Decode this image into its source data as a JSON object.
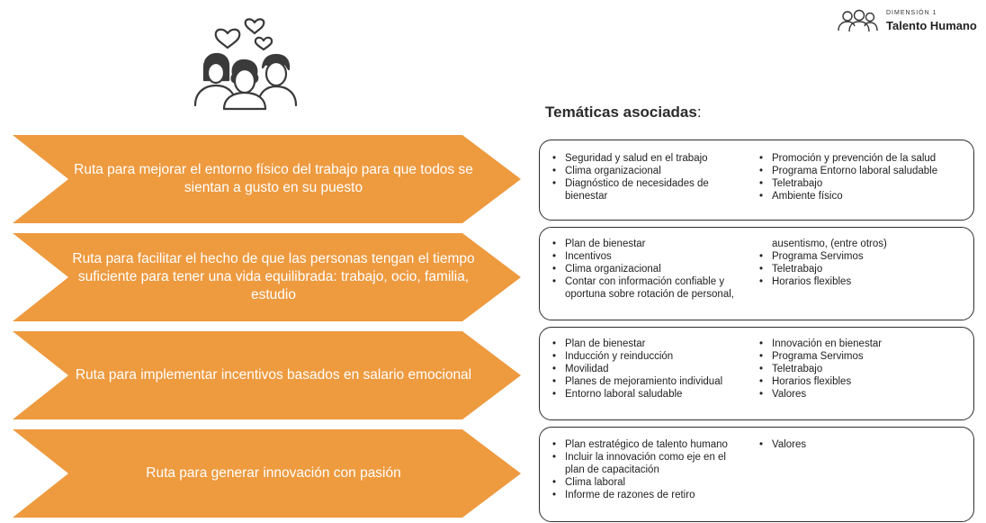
{
  "logo": {
    "subtitle": "DIMENSIÓN 1",
    "title": "Talento Humano"
  },
  "section_heading": {
    "text": "Temáticas asociadas",
    "suffix": ":"
  },
  "icons": {
    "hero": "people-hearts-icon",
    "logo": "people-logo-icon"
  },
  "colors": {
    "arrow": "#ee9a3f",
    "border": "#2e2e2e"
  },
  "routes": [
    {
      "label": "Ruta para mejorar  el entorno físico del trabajo para que todos se sientan a gusto en su puesto",
      "col1": [
        {
          "text": "Seguridad y salud en el trabajo",
          "bullet": true
        },
        {
          "text": "Clima organizacional",
          "bullet": true
        },
        {
          "text": "Diagnóstico de necesidades de bienestar",
          "bullet": true
        }
      ],
      "col2": [
        {
          "text": "Promoción y prevención de la salud",
          "bullet": true
        },
        {
          "text": "Programa Entorno laboral saludable",
          "bullet": true
        },
        {
          "text": "Teletrabajo",
          "bullet": true
        },
        {
          "text": "Ambiente físico",
          "bullet": true
        }
      ]
    },
    {
      "label": "Ruta para facilitar el hecho de que las personas tengan el tiempo suficiente para tener una vida equilibrada: trabajo, ocio, familia, estudio",
      "col1": [
        {
          "text": "Plan de bienestar",
          "bullet": true
        },
        {
          "text": "Incentivos",
          "bullet": true
        },
        {
          "text": "Clima organizacional",
          "bullet": true
        },
        {
          "text": "Contar con información confiable y oportuna sobre rotación de personal,",
          "bullet": true
        }
      ],
      "col2": [
        {
          "text": "ausentismo, (entre otros)",
          "bullet": false
        },
        {
          "text": "Programa Servimos",
          "bullet": true
        },
        {
          "text": "Teletrabajo",
          "bullet": true
        },
        {
          "text": "Horarios flexibles",
          "bullet": true
        }
      ]
    },
    {
      "label": "Ruta para implementar incentivos basados en salario emocional",
      "col1": [
        {
          "text": "Plan de bienestar",
          "bullet": true
        },
        {
          "text": "Inducción y reinducción",
          "bullet": true
        },
        {
          "text": "Movilidad",
          "bullet": true
        },
        {
          "text": "Planes de mejoramiento individual",
          "bullet": true
        },
        {
          "text": "Entorno laboral saludable",
          "bullet": true
        }
      ],
      "col2": [
        {
          "text": "Innovación en bienestar",
          "bullet": true
        },
        {
          "text": "Programa Servimos",
          "bullet": true
        },
        {
          "text": "Teletrabajo",
          "bullet": true
        },
        {
          "text": "Horarios flexibles",
          "bullet": true
        },
        {
          "text": "Valores",
          "bullet": true
        }
      ]
    },
    {
      "label": "Ruta para generar innovación con pasión",
      "col1": [
        {
          "text": "Plan estratégico de talento humano",
          "bullet": true
        },
        {
          "text": "Incluir la innovación como eje en el plan de capacitación",
          "bullet": true
        },
        {
          "text": "Clima laboral",
          "bullet": true
        },
        {
          "text": "Informe de razones de retiro",
          "bullet": true
        }
      ],
      "col2": [
        {
          "text": "Valores",
          "bullet": true
        }
      ]
    }
  ]
}
